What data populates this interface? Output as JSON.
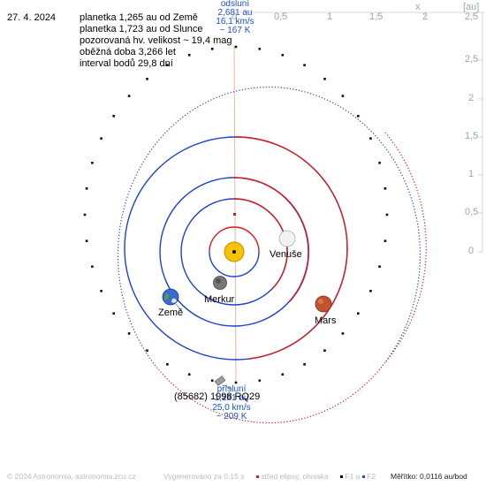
{
  "header": {
    "date": "27. 4. 2024",
    "info": [
      "planetka 1,265 au od Země",
      "planetka 1,723 au od Slunce",
      "pozorovaná hv. velikost ~ 19,4 mag",
      "oběžná doba 3,266 let",
      "interval bodů 29,8 dní"
    ]
  },
  "aphelion": {
    "title": "odsluní",
    "dist": "2,681 au",
    "speed": "16,1 km/s",
    "temp": "~ 167 K"
  },
  "perihelion": {
    "title": "přísluní",
    "dist": "1,281 au",
    "speed": "25,0 km/s",
    "temp": "~ 209 K"
  },
  "asteroid_name": "(85682) 1998 RQ29",
  "planets": {
    "earth": "Země",
    "mercury": "Merkur",
    "venus": "Venuše",
    "mars": "Mars"
  },
  "axis": {
    "x_unit": "x",
    "x_unit_bracket": "[au]",
    "x_ticks": [
      "0",
      "0,5",
      "1",
      "1,5",
      "2",
      "2,5"
    ],
    "y_ticks": [
      "2,5",
      "2",
      "1,5",
      "1",
      "0,5",
      "0"
    ]
  },
  "footer": {
    "copyright": "© 2024 Astronomia, astronomia.zcu.cz",
    "generated": "Vygenerováno za 0,15 s",
    "legend_center": "střed elipsy, ohniska",
    "legend_f1": "F1 a",
    "legend_f2": "F2",
    "scale": "Měřítko: 0,0116 au/bod"
  },
  "colors": {
    "blue_orbit": "#1f3fcf",
    "red_orbit": "#d81b1b",
    "asteroid_blue": "#2340c8",
    "asteroid_red": "#c81e1e",
    "sun": "#f5c400",
    "tick": "#1a4fd6"
  }
}
